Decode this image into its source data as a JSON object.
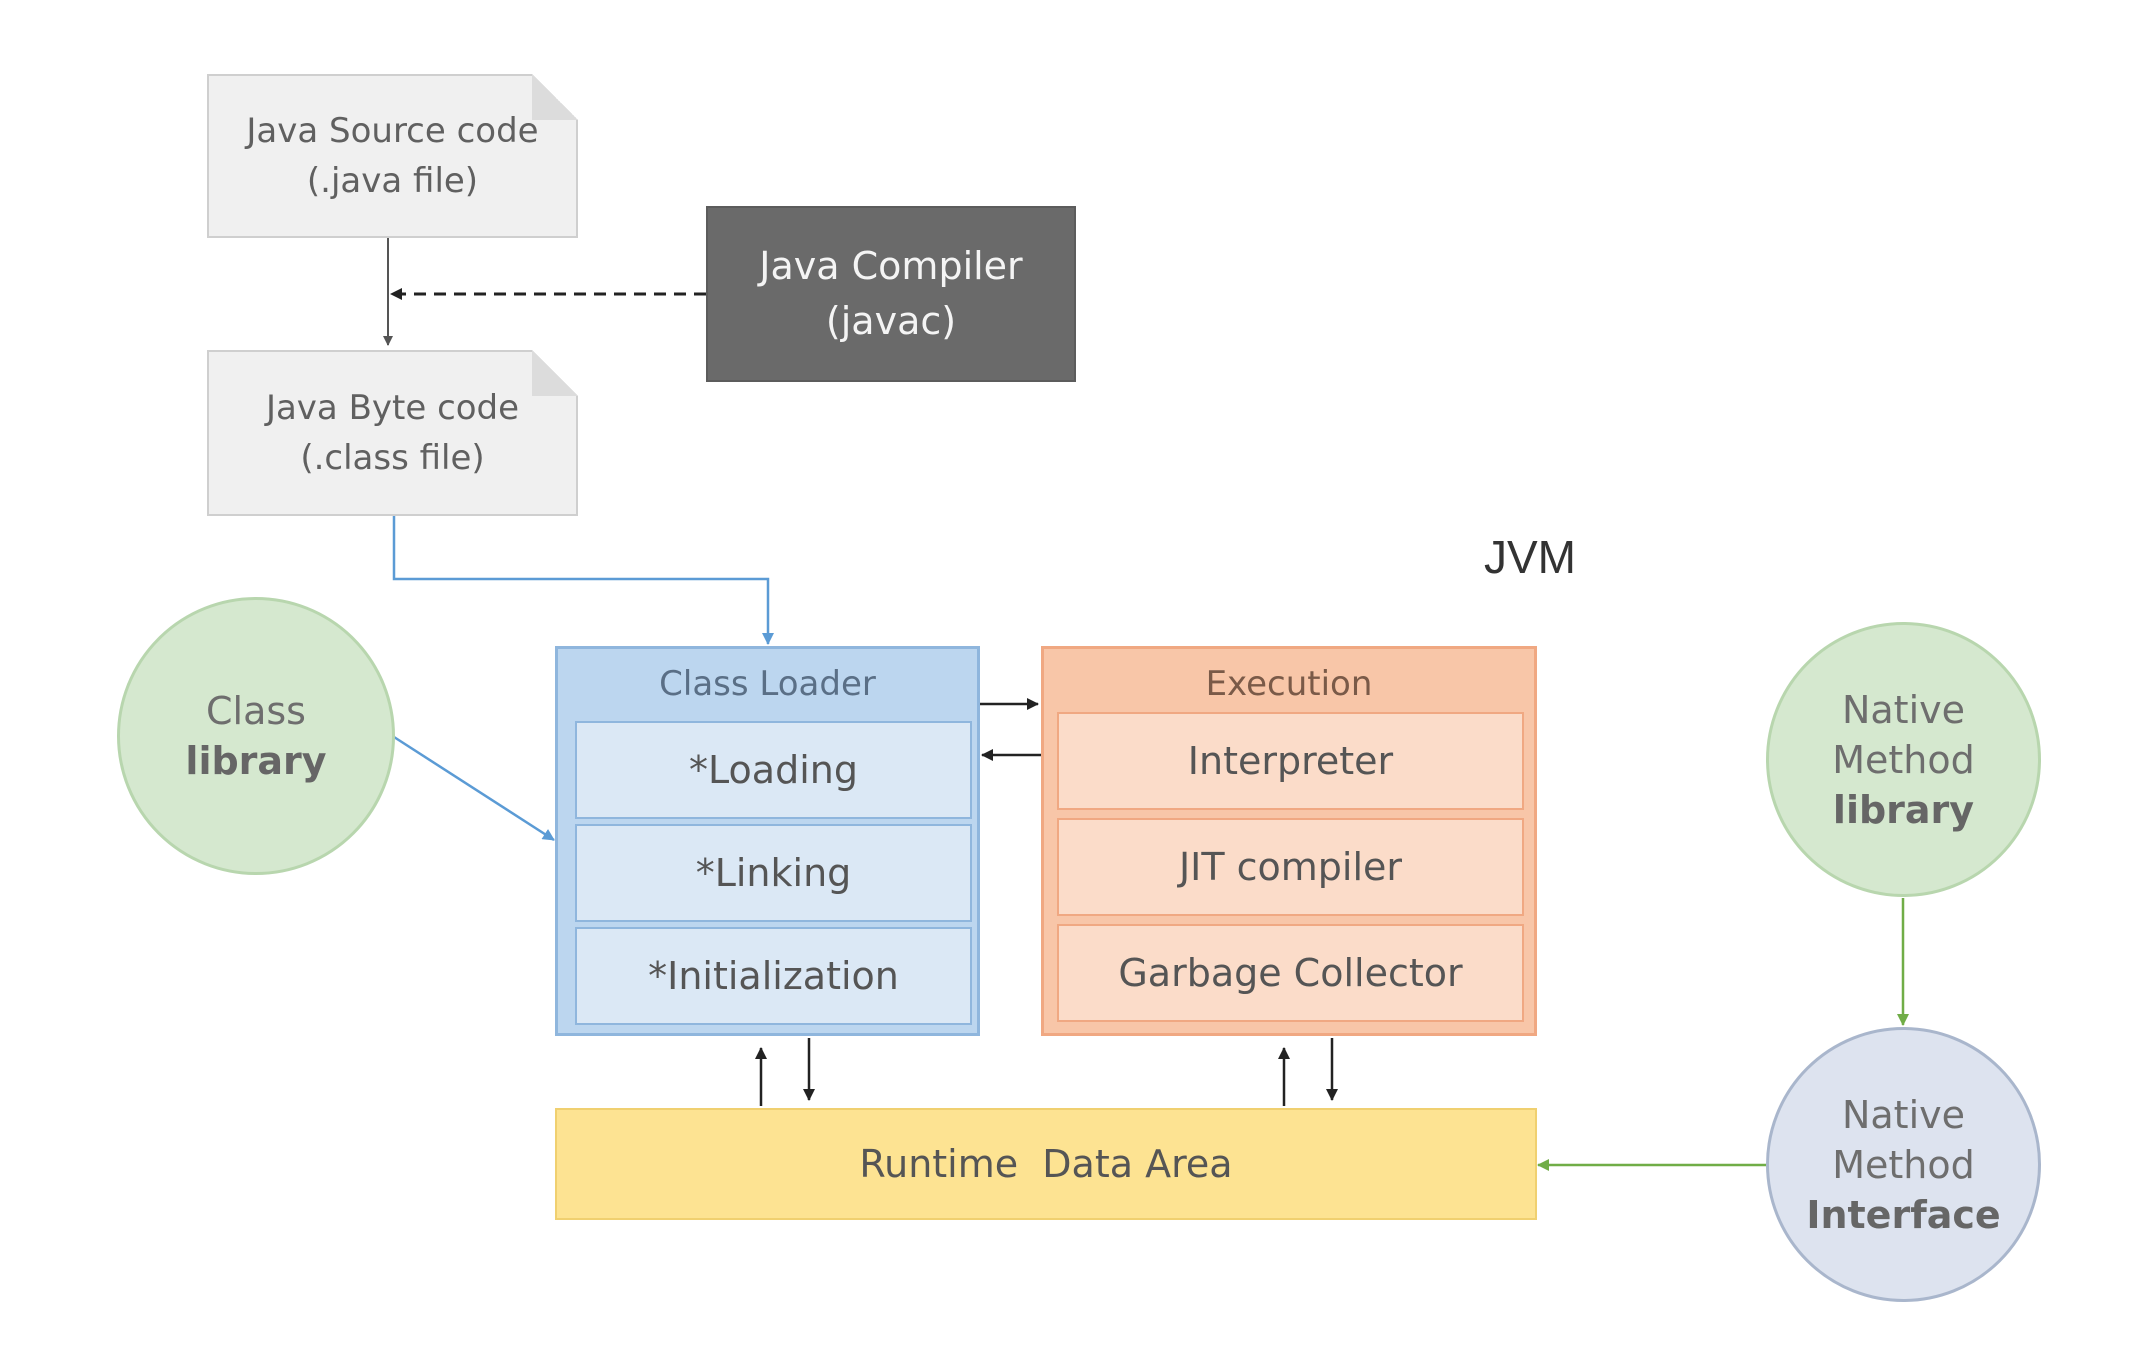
{
  "source_code": {
    "line1": "Java Source code",
    "line2": "(.java file)"
  },
  "compiler": {
    "line1": "Java Compiler",
    "line2": "(javac)"
  },
  "byte_code": {
    "line1": "Java Byte code",
    "line2": "(.class file)"
  },
  "jvm": {
    "label": "JVM"
  },
  "class_loader": {
    "title": "Class Loader",
    "items": [
      "*Loading",
      "*Linking",
      "*Initialization"
    ]
  },
  "execution": {
    "title": "Execution",
    "items": [
      "Interpreter",
      "JIT compiler",
      "Garbage Collector"
    ]
  },
  "runtime_data_area": {
    "label": "Runtime  Data Area"
  },
  "class_library": {
    "line1": "Class",
    "line2": "library"
  },
  "native_library": {
    "line1": "Native",
    "line2": "Method",
    "line3": "library"
  },
  "native_interface": {
    "line1": "Native",
    "line2": "Method",
    "line3": "Interface"
  },
  "colors": {
    "class_loader": "#bcd6ef",
    "execution": "#f8c6a8",
    "runtime": "#fde392",
    "compiler": "#6a6a6a",
    "library_circle": "#d5e8cf",
    "interface_circle": "#dde3ef",
    "blue_arrow": "#5b9bd5",
    "green_arrow": "#70ad47"
  }
}
